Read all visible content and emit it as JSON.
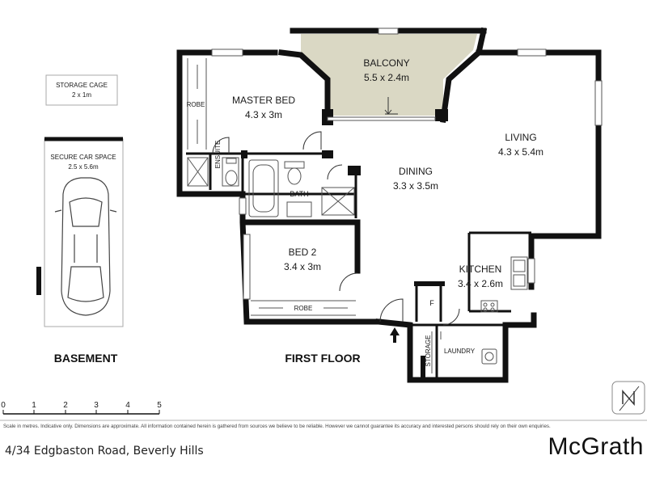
{
  "rooms": {
    "balcony": {
      "name": "BALCONY",
      "size": "5.5 x 2.4m"
    },
    "master_bed": {
      "name": "MASTER BED",
      "size": "4.3 x 3m"
    },
    "living": {
      "name": "LIVING",
      "size": "4.3 x 5.4m"
    },
    "dining": {
      "name": "DINING",
      "size": "3.3 x 3.5m"
    },
    "bed2": {
      "name": "BED 2",
      "size": "3.4 x 3m"
    },
    "kitchen": {
      "name": "KITCHEN",
      "size": "3.4 x 2.6m"
    },
    "storage_cage": {
      "name": "STORAGE CAGE",
      "size": "2 x 1m"
    },
    "car_space": {
      "name": "SECURE CAR SPACE",
      "size": "2.5 x 5.6m"
    },
    "robe": "ROBE",
    "ensuite": "ENSUITE",
    "bath": "BATH",
    "laundry": "LAUNDRY",
    "storage": "STORAGE",
    "fridge": "F"
  },
  "levels": {
    "basement": "BASEMENT",
    "first_floor": "FIRST FLOOR"
  },
  "scale": {
    "ticks": [
      "0",
      "1",
      "2",
      "3",
      "4",
      "5"
    ]
  },
  "disclaimer": "Scale in metres. Indicative only. Dimensions are approximate. All information contained herein is gathered from sources we believe to be reliable. However we cannot guarantee its accuracy and interested persons should rely on their own enquiries.",
  "address": "4/34 Edgbaston Road, Beverly Hills",
  "brand": "McGrath",
  "compass_icon": "north-arrow-icon",
  "colors": {
    "wall": "#111111",
    "balcony_fill": "#dad8c4"
  }
}
